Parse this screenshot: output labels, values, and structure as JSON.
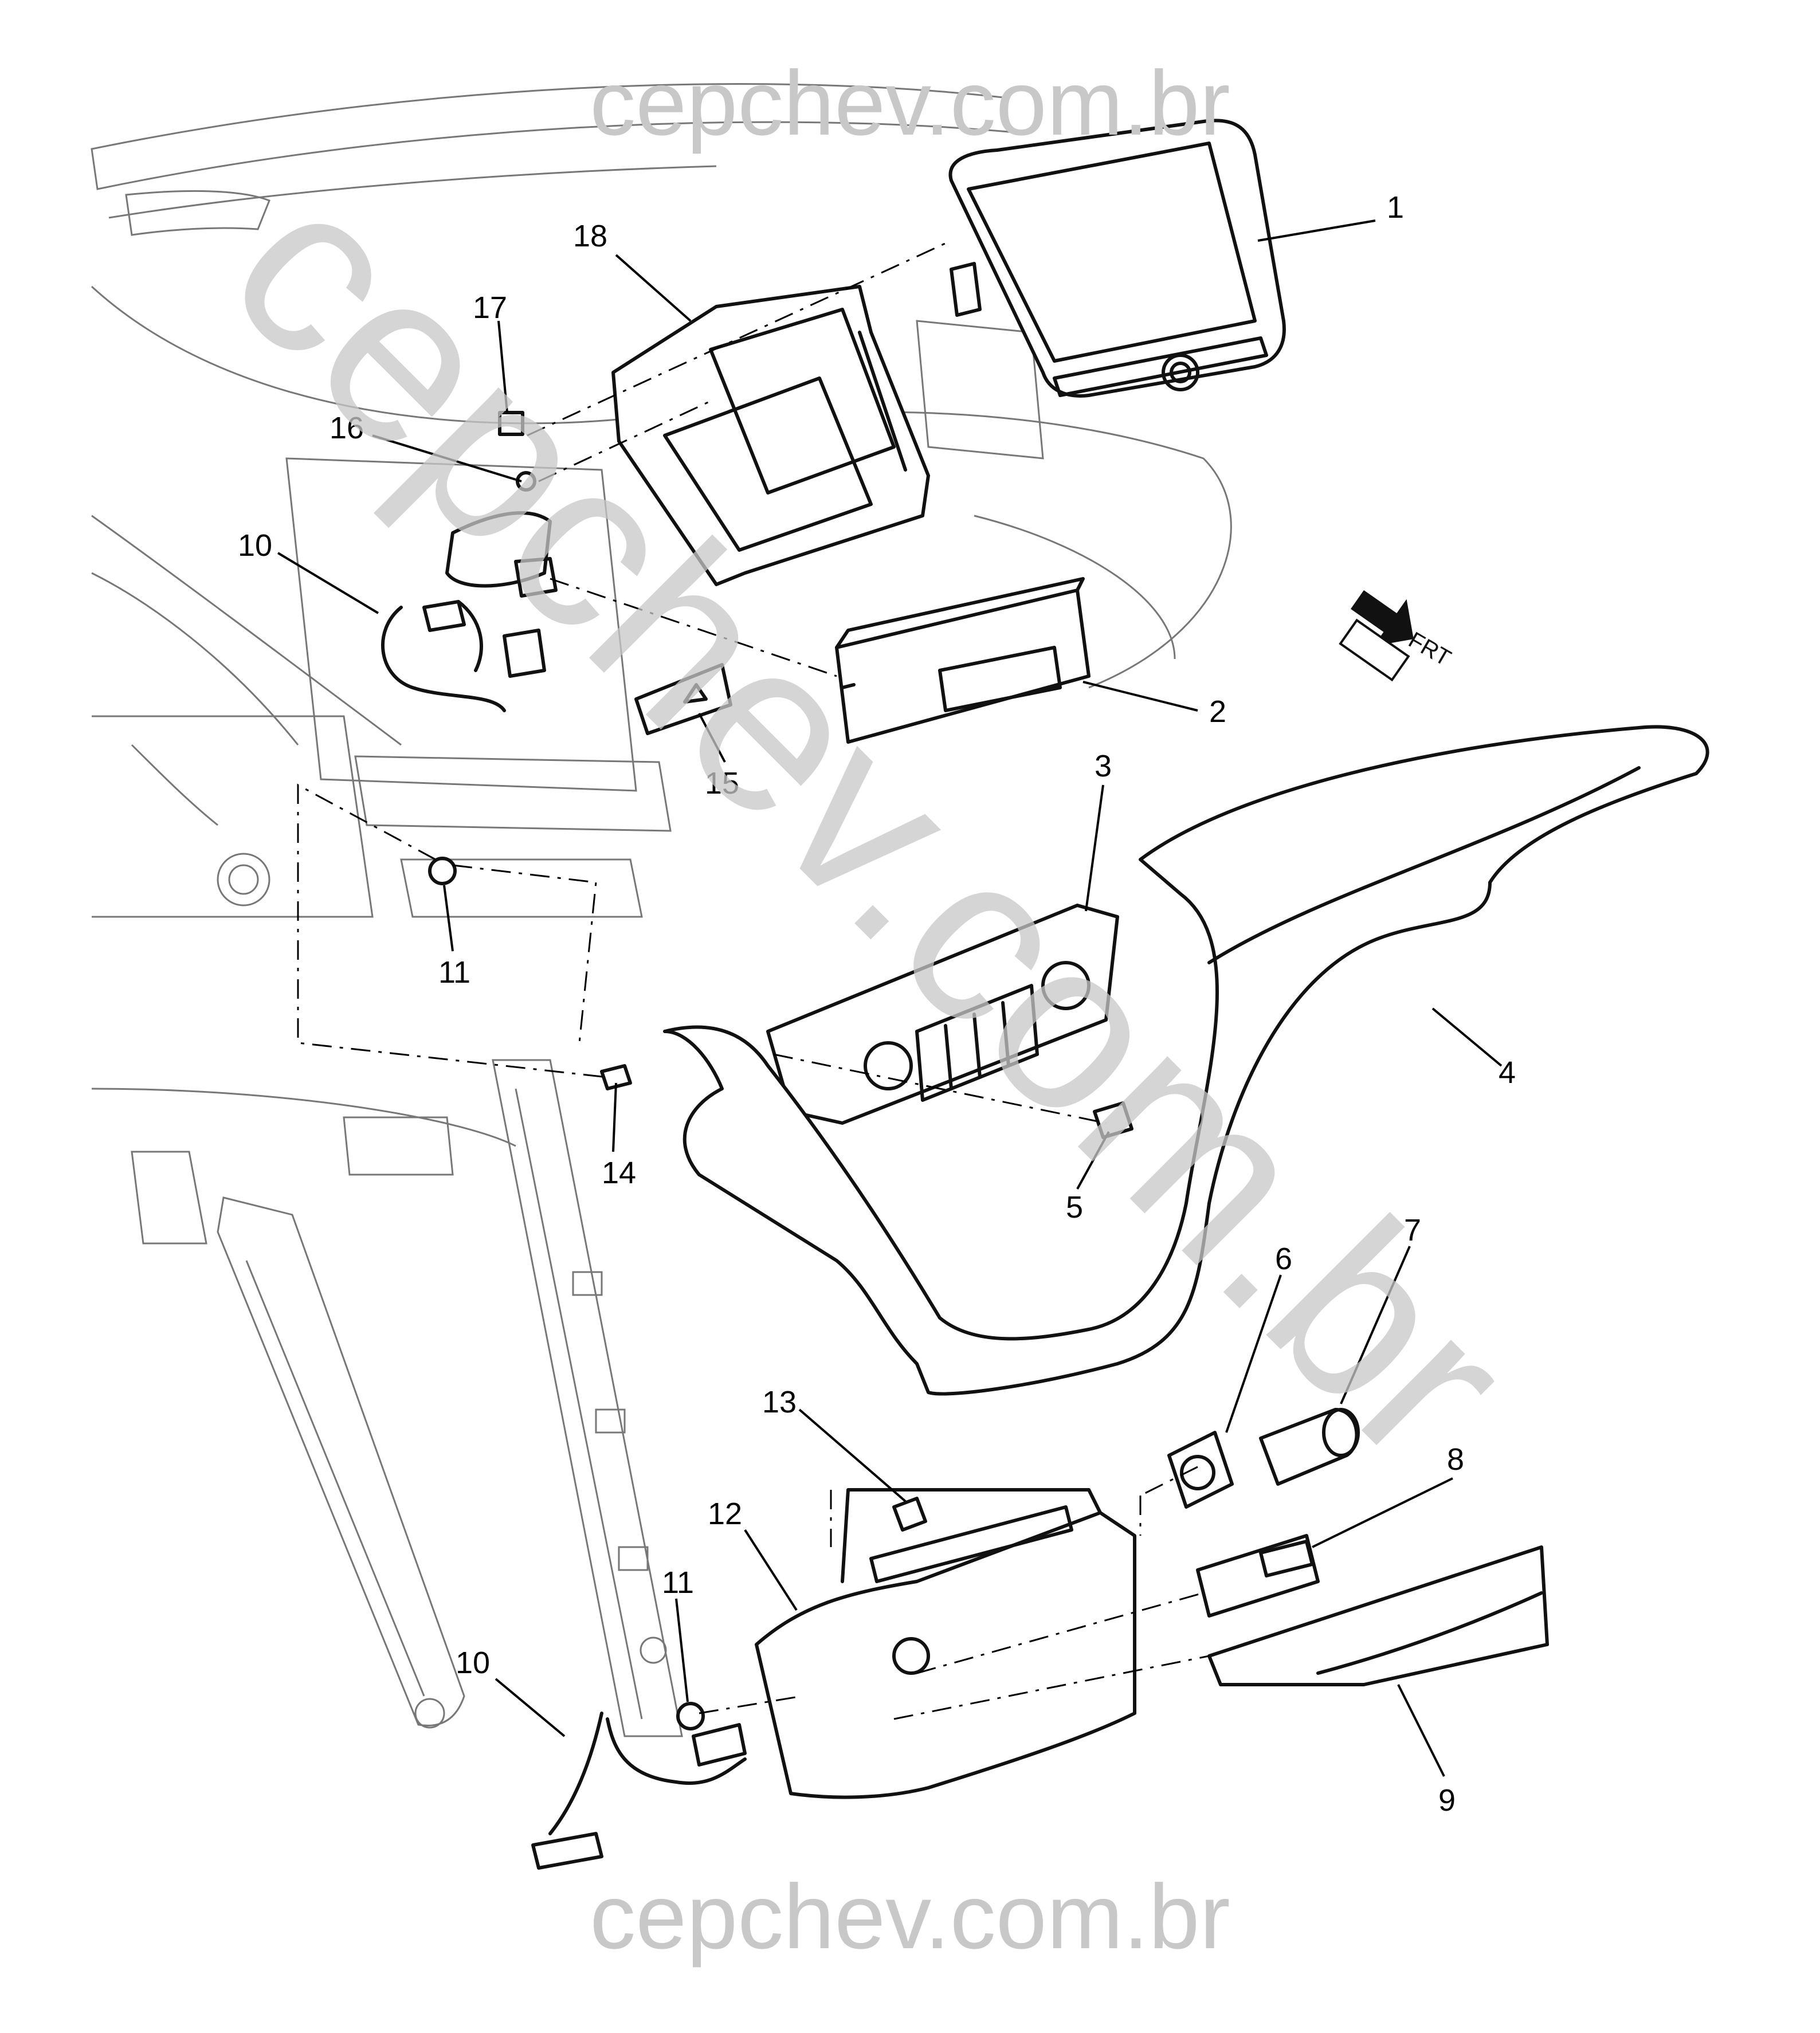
{
  "watermark": {
    "top": "cepchev.com.br",
    "bottom": "cepchev.com.br",
    "diagonal": "cepchev.com.br"
  },
  "direction_indicator": {
    "label": "FRT",
    "icon": "front-arrow-icon"
  },
  "colors": {
    "line": "#111111",
    "watermark": "#c8c8c8",
    "background": "#ffffff"
  },
  "callouts": [
    {
      "id": "c1",
      "number": "1"
    },
    {
      "id": "c18",
      "number": "18"
    },
    {
      "id": "c17",
      "number": "17"
    },
    {
      "id": "c16",
      "number": "16"
    },
    {
      "id": "c10a",
      "number": "10"
    },
    {
      "id": "c2",
      "number": "2"
    },
    {
      "id": "c15",
      "number": "15"
    },
    {
      "id": "c3",
      "number": "3"
    },
    {
      "id": "c11a",
      "number": "11"
    },
    {
      "id": "c4",
      "number": "4"
    },
    {
      "id": "c14",
      "number": "14"
    },
    {
      "id": "c5",
      "number": "5"
    },
    {
      "id": "c6",
      "number": "6"
    },
    {
      "id": "c7",
      "number": "7"
    },
    {
      "id": "c13",
      "number": "13"
    },
    {
      "id": "c12",
      "number": "12"
    },
    {
      "id": "c8",
      "number": "8"
    },
    {
      "id": "c11b",
      "number": "11"
    },
    {
      "id": "c10b",
      "number": "10"
    },
    {
      "id": "c9",
      "number": "9"
    }
  ]
}
